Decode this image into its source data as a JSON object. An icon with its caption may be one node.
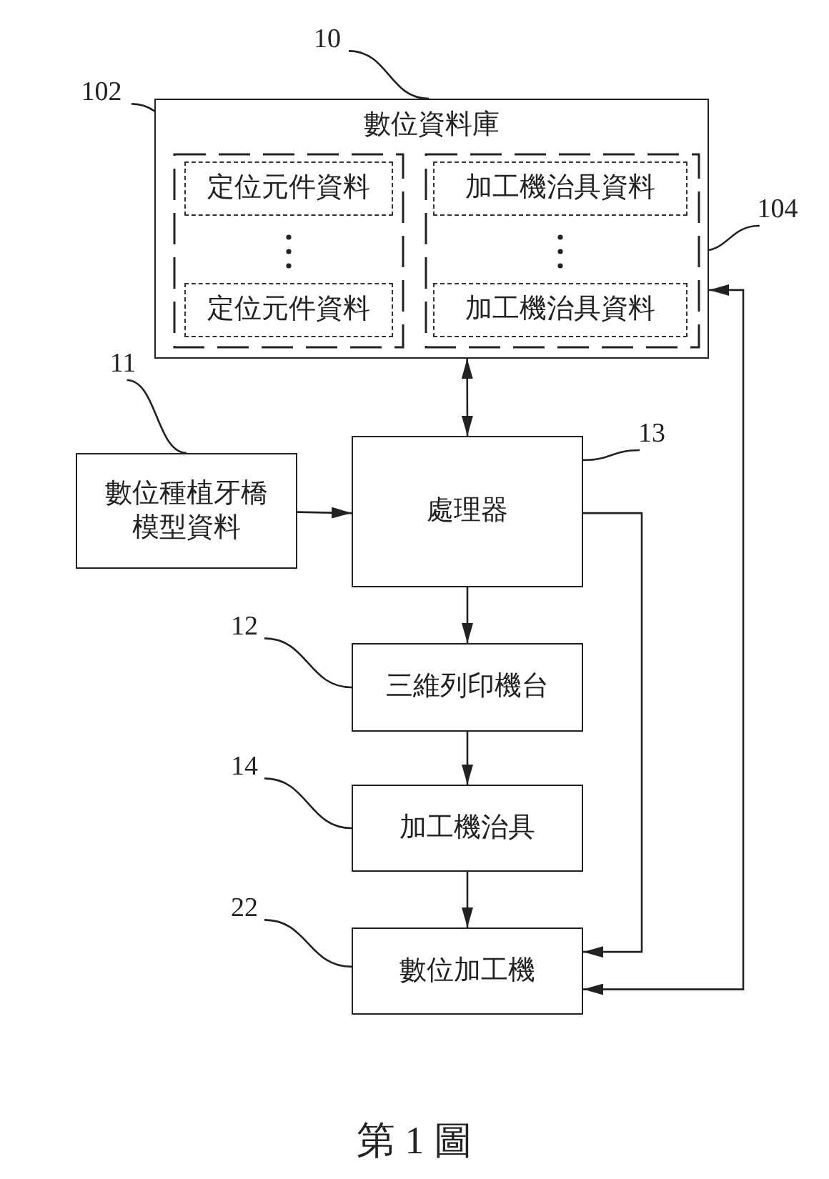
{
  "diagram": {
    "caption": "第 1 圖",
    "nodes": [
      {
        "text": [
          "數位資料庫"
        ]
      },
      {
        "text": [],
        "shape": "box",
        "in": 0
      },
      {
        "text": [
          "定位元件資料"
        ],
        "in": 1
      },
      {
        "text": [
          "定位元件資料"
        ],
        "in": 1
      },
      {
        "text": [],
        "shape": "box",
        "in": 0
      },
      {
        "text": [
          "加工機治具資料"
        ],
        "in": 4
      },
      {
        "text": [
          "加工機治具資料"
        ],
        "in": 4
      },
      {
        "text": [
          "數位種植牙橋模型資料"
        ]
      },
      {
        "text": [
          "處理器"
        ]
      },
      {
        "text": [
          "三維列印機台"
        ]
      },
      {
        "text": [
          "加工機治具"
        ]
      },
      {
        "text": [
          "數位加工機"
        ]
      },
      {
        "text": [
          "10"
        ]
      },
      {
        "text": [
          "102"
        ]
      },
      {
        "text": [
          "104"
        ]
      },
      {
        "text": [
          "11"
        ]
      },
      {
        "text": [
          "13"
        ]
      },
      {
        "text": [
          "12"
        ]
      },
      {
        "text": [
          "14"
        ]
      },
      {
        "text": [
          "22"
        ]
      }
    ],
    "edges": [
      {
        "from": 0,
        "to": 8,
        "arrow": "both"
      },
      {
        "from": 7,
        "to": 8,
        "arrow": "to"
      },
      {
        "from": 8,
        "to": 9,
        "arrow": "to"
      },
      {
        "from": 9,
        "to": 10,
        "arrow": "to"
      },
      {
        "from": 10,
        "to": 11,
        "arrow": "to"
      },
      {
        "from": 8,
        "to": 11,
        "arrow": "to"
      },
      {
        "from": 11,
        "to": 0,
        "arrow": "both"
      },
      {
        "from": 12,
        "to": 0,
        "arrow": "none"
      },
      {
        "from": 13,
        "to": 1,
        "arrow": "none"
      },
      {
        "from": 14,
        "to": 4,
        "arrow": "none"
      },
      {
        "from": 15,
        "to": 7,
        "arrow": "none"
      },
      {
        "from": 16,
        "to": 8,
        "arrow": "none"
      },
      {
        "from": 17,
        "to": 9,
        "arrow": "none"
      },
      {
        "from": 18,
        "to": 10,
        "arrow": "none"
      },
      {
        "from": 19,
        "to": 11,
        "arrow": "none"
      }
    ]
  }
}
